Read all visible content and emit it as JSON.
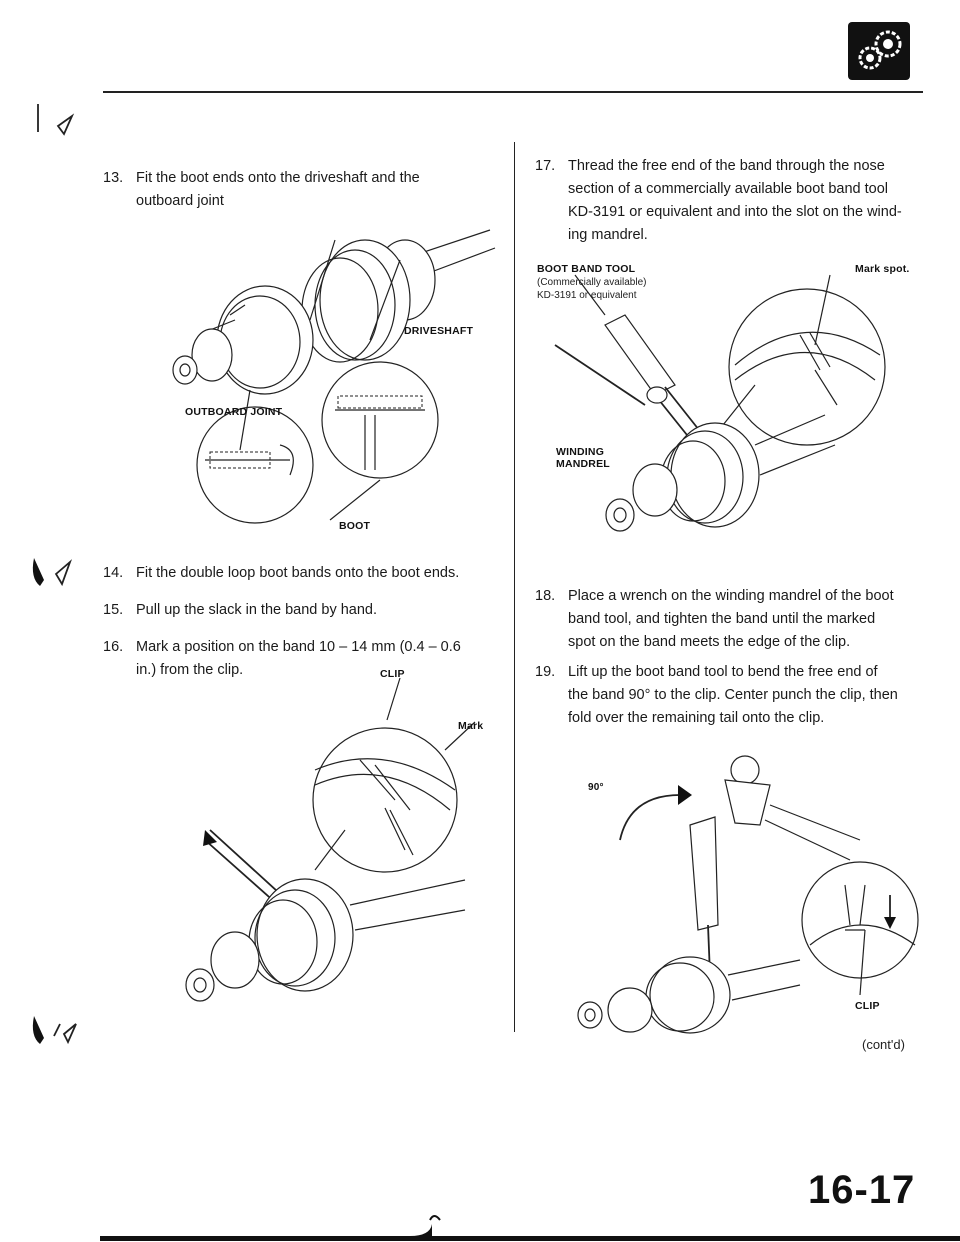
{
  "header": {
    "logo_icon": "gear-logo-icon"
  },
  "left": {
    "step13": {
      "num": "13.",
      "text_l1": "Fit the boot ends onto the driveshaft and the",
      "text_l2": "outboard joint"
    },
    "fig1": {
      "label_driveshaft": "DRIVESHAFT",
      "label_outboard": "OUTBOARD JOINT",
      "label_boot": "BOOT"
    },
    "step14": {
      "num": "14.",
      "text": "Fit the double loop boot bands onto the boot ends."
    },
    "step15": {
      "num": "15.",
      "text": "Pull up the slack in the band by hand."
    },
    "step16": {
      "num": "16.",
      "text_l1": "Mark a position on the band 10 – 14 mm (0.4 – 0.6",
      "text_l2": "in.) from the clip."
    },
    "fig2": {
      "label_clip": "CLIP",
      "label_mark": "Mark"
    }
  },
  "right": {
    "step17": {
      "num": "17.",
      "text_l1": "Thread the free end of the band through the nose",
      "text_l2": "section of a commercially available boot band tool",
      "text_l3": "KD-3191 or equivalent and into the slot on the wind-",
      "text_l4": "ing mandrel."
    },
    "fig3": {
      "label_tool": "BOOT BAND TOOL",
      "label_tool_sub1": "(Commercially available)",
      "label_tool_sub2": "KD-3191 or equivalent",
      "label_markspot": "Mark spot.",
      "label_winding1": "WINDING",
      "label_winding2": "MANDREL"
    },
    "step18": {
      "num": "18.",
      "text_l1": "Place a wrench on the winding mandrel of the boot",
      "text_l2": "band tool, and tighten the band until the marked",
      "text_l3": "spot on the band meets the edge of the clip."
    },
    "step19": {
      "num": "19.",
      "text_l1": "Lift up the boot band tool to bend the free end of",
      "text_l2": "the band 90° to the clip. Center punch the clip, then",
      "text_l3": "fold over the remaining tail onto the clip."
    },
    "fig4": {
      "label_angle": "90°",
      "label_clip": "CLIP"
    },
    "contd": "(cont'd)"
  },
  "footer": {
    "page_number": "16-17"
  }
}
